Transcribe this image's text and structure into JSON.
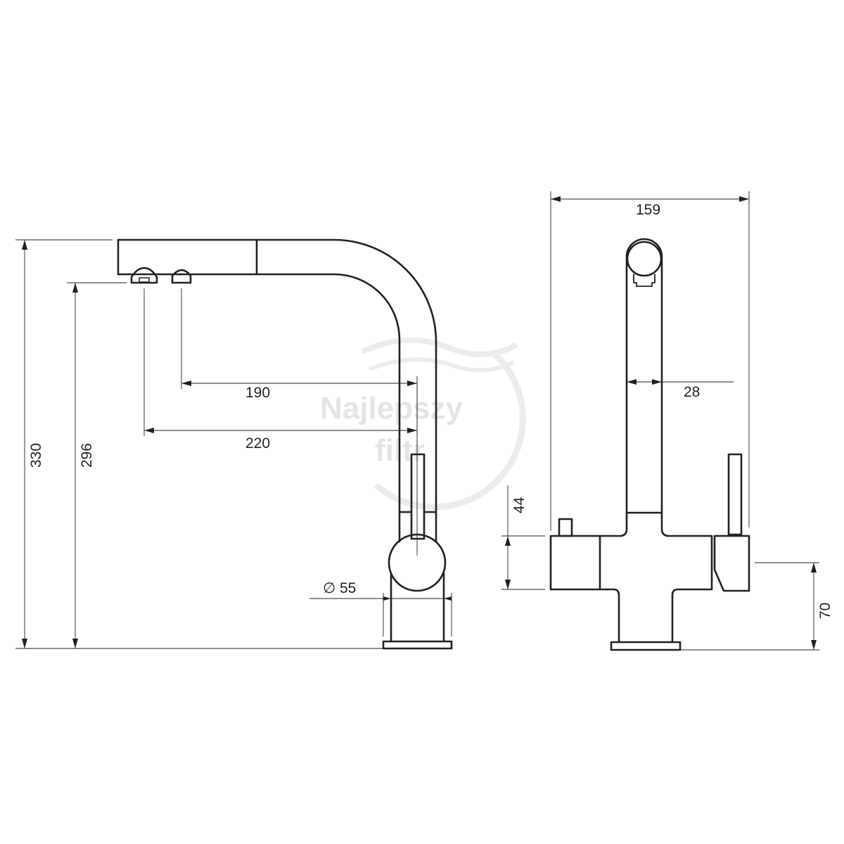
{
  "watermark": {
    "line1": "Najlepszy",
    "line2": "filtr"
  },
  "side_view": {
    "dimensions": {
      "height_total": "330",
      "spout_height": "296",
      "reach_outlet_2": "190",
      "reach_outlet_1": "220",
      "base_diameter": "55",
      "diameter_symbol": "∅"
    }
  },
  "front_view": {
    "dimensions": {
      "width_total": "159",
      "column_width": "28",
      "body_height": "44",
      "body_elevation": "70"
    }
  },
  "colors": {
    "line": "#231f20",
    "watermark": "#e4e4e4"
  }
}
